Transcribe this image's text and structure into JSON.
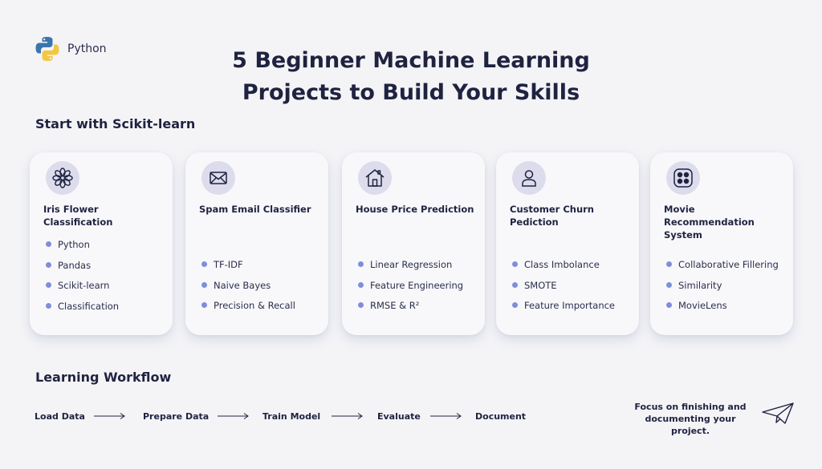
{
  "logo": {
    "text": "Python",
    "icon": "python-logo-icon"
  },
  "title": {
    "line1": "5 Beginner Machine Learning",
    "line2": "Projects to Build Your Skills"
  },
  "section_start": "Start with Scikit-learn",
  "cards": [
    {
      "icon": "flower-icon",
      "title": "Iris Flower Classification",
      "items": [
        "Python",
        "Pandas",
        "Scikit-learn",
        "Classification"
      ]
    },
    {
      "icon": "envelope-icon",
      "title": "Spam Email Classifier",
      "items": [
        "TF-IDF",
        "Naive Bayes",
        "Precision & Recall"
      ]
    },
    {
      "icon": "house-icon",
      "title": "House Price Prediction",
      "items": [
        "Linear Regression",
        "Feature Engineering",
        "RMSE & R²"
      ]
    },
    {
      "icon": "user-icon",
      "title": "Customer Churn Pediction",
      "items": [
        "Class Imbolance",
        "SMOTE",
        "Feature Importance"
      ]
    },
    {
      "icon": "grid-icon",
      "title": "Movie Recommendation System",
      "items": [
        "Collaborative Fillering",
        "Similarity",
        "MovieLens"
      ]
    }
  ],
  "section_workflow": "Learning Workflow",
  "workflow": [
    "Load Data",
    "Prepare Data",
    "Train Model",
    "Evaluate",
    "Document"
  ],
  "note": "Focus on finishing and documenting your project.",
  "colors": {
    "bullet": "#7f8ed8",
    "icon_bg": "#dcdcec",
    "text": "#1f2340",
    "background": "#f4f4f7"
  }
}
